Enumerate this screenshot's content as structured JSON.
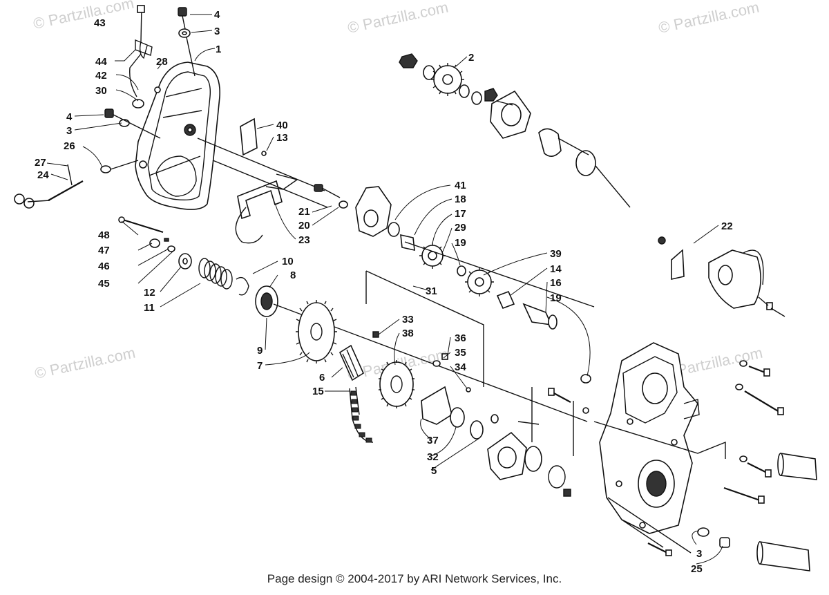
{
  "watermarks": [
    "© Partzilla.com",
    "© Partzilla.com",
    "© Partzilla.com",
    "© Partzilla.com",
    "© Partzilla.com",
    "© Partzilla.com"
  ],
  "footer": "Page design © 2004-2017 by ARI Network Services, Inc.",
  "callouts": [
    {
      "id": "43",
      "text": "43"
    },
    {
      "id": "4a",
      "text": "4"
    },
    {
      "id": "3a",
      "text": "3"
    },
    {
      "id": "1",
      "text": "1"
    },
    {
      "id": "44",
      "text": "44"
    },
    {
      "id": "28",
      "text": "28"
    },
    {
      "id": "42",
      "text": "42"
    },
    {
      "id": "30",
      "text": "30"
    },
    {
      "id": "4b",
      "text": "4"
    },
    {
      "id": "3b",
      "text": "3"
    },
    {
      "id": "26",
      "text": "26"
    },
    {
      "id": "40",
      "text": "40"
    },
    {
      "id": "13",
      "text": "13"
    },
    {
      "id": "27",
      "text": "27"
    },
    {
      "id": "24",
      "text": "24"
    },
    {
      "id": "2",
      "text": "2"
    },
    {
      "id": "41",
      "text": "41"
    },
    {
      "id": "18",
      "text": "18"
    },
    {
      "id": "17",
      "text": "17"
    },
    {
      "id": "29",
      "text": "29"
    },
    {
      "id": "19a",
      "text": "19"
    },
    {
      "id": "21",
      "text": "21"
    },
    {
      "id": "20",
      "text": "20"
    },
    {
      "id": "23",
      "text": "23"
    },
    {
      "id": "22",
      "text": "22"
    },
    {
      "id": "48",
      "text": "48"
    },
    {
      "id": "47",
      "text": "47"
    },
    {
      "id": "46",
      "text": "46"
    },
    {
      "id": "45",
      "text": "45"
    },
    {
      "id": "12",
      "text": "12"
    },
    {
      "id": "11",
      "text": "11"
    },
    {
      "id": "10",
      "text": "10"
    },
    {
      "id": "8",
      "text": "8"
    },
    {
      "id": "39",
      "text": "39"
    },
    {
      "id": "14",
      "text": "14"
    },
    {
      "id": "16",
      "text": "16"
    },
    {
      "id": "19b",
      "text": "19"
    },
    {
      "id": "31",
      "text": "31"
    },
    {
      "id": "33",
      "text": "33"
    },
    {
      "id": "38",
      "text": "38"
    },
    {
      "id": "36",
      "text": "36"
    },
    {
      "id": "35",
      "text": "35"
    },
    {
      "id": "34",
      "text": "34"
    },
    {
      "id": "9",
      "text": "9"
    },
    {
      "id": "7",
      "text": "7"
    },
    {
      "id": "6",
      "text": "6"
    },
    {
      "id": "15",
      "text": "15"
    },
    {
      "id": "37",
      "text": "37"
    },
    {
      "id": "32",
      "text": "32"
    },
    {
      "id": "5",
      "text": "5"
    },
    {
      "id": "3c",
      "text": "3"
    },
    {
      "id": "25",
      "text": "25"
    }
  ]
}
